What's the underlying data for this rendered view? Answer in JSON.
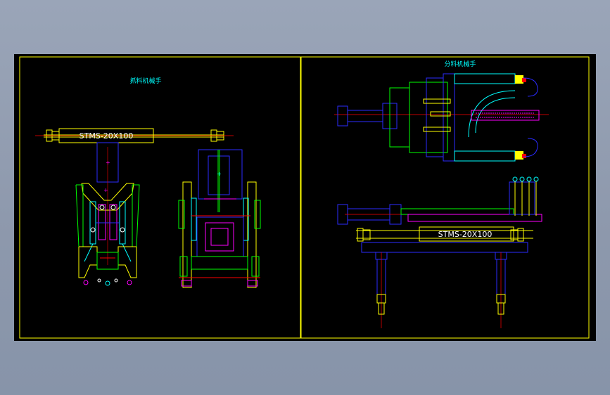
{
  "drawing": {
    "left_title": "抓料机械手",
    "right_title": "分料机械手",
    "cylinder_label_left": "STMS-20X100",
    "cylinder_label_right": "STMS-20X100"
  },
  "colors": {
    "background": "#000000",
    "border": "#ffff00",
    "blue": "#2b2bff",
    "green": "#00ff00",
    "yellow": "#ffff00",
    "cyan": "#00ffff",
    "magenta": "#ff00ff",
    "red": "#ff0000",
    "white": "#ffffff"
  }
}
